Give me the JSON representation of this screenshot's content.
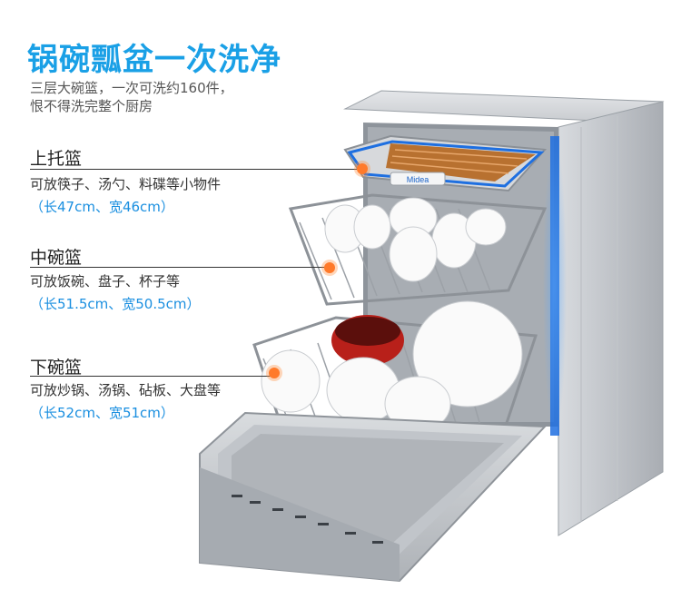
{
  "headline": "锅碗瓢盆一次洗净",
  "subtitle_lines": [
    "三层大碗篮，一次可洗约160件，",
    "恨不得洗完整个厨房"
  ],
  "baskets": [
    {
      "title": "上托篮",
      "desc": "可放筷子、汤勺、料碟等小物件",
      "dims": "（长47cm、宽46cm）"
    },
    {
      "title": "中碗篮",
      "desc": "可放饭碗、盘子、杯子等",
      "dims": "（长51.5cm、宽50.5cm）"
    },
    {
      "title": "下碗篮",
      "desc": "可放炒锅、汤锅、砧板、大盘等",
      "dims": "（长52cm、宽51cm）"
    }
  ],
  "brand_logo_text": "Midea",
  "colors": {
    "accent": "#1aa0e6",
    "dims": "#1a8fe0",
    "marker": "#ff7a2a",
    "highlight": "#1e6fe0"
  }
}
